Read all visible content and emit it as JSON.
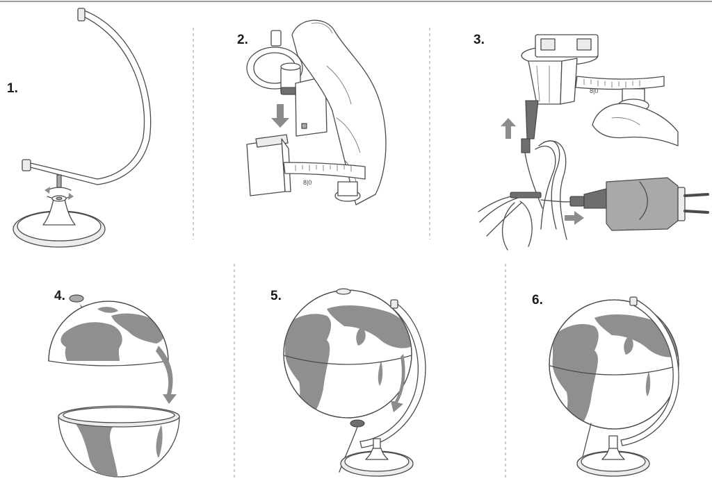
{
  "steps": [
    {
      "number": "1."
    },
    {
      "number": "2."
    },
    {
      "number": "3."
    },
    {
      "number": "4."
    },
    {
      "number": "5."
    },
    {
      "number": "6."
    }
  ],
  "scale_marks": {
    "step2": "8|0",
    "step3": "8|0"
  },
  "colors": {
    "line": "#4a4a4a",
    "land": "#8f8f8f",
    "arrow": "#8c8c8c",
    "divider": "#9a9a9a"
  }
}
